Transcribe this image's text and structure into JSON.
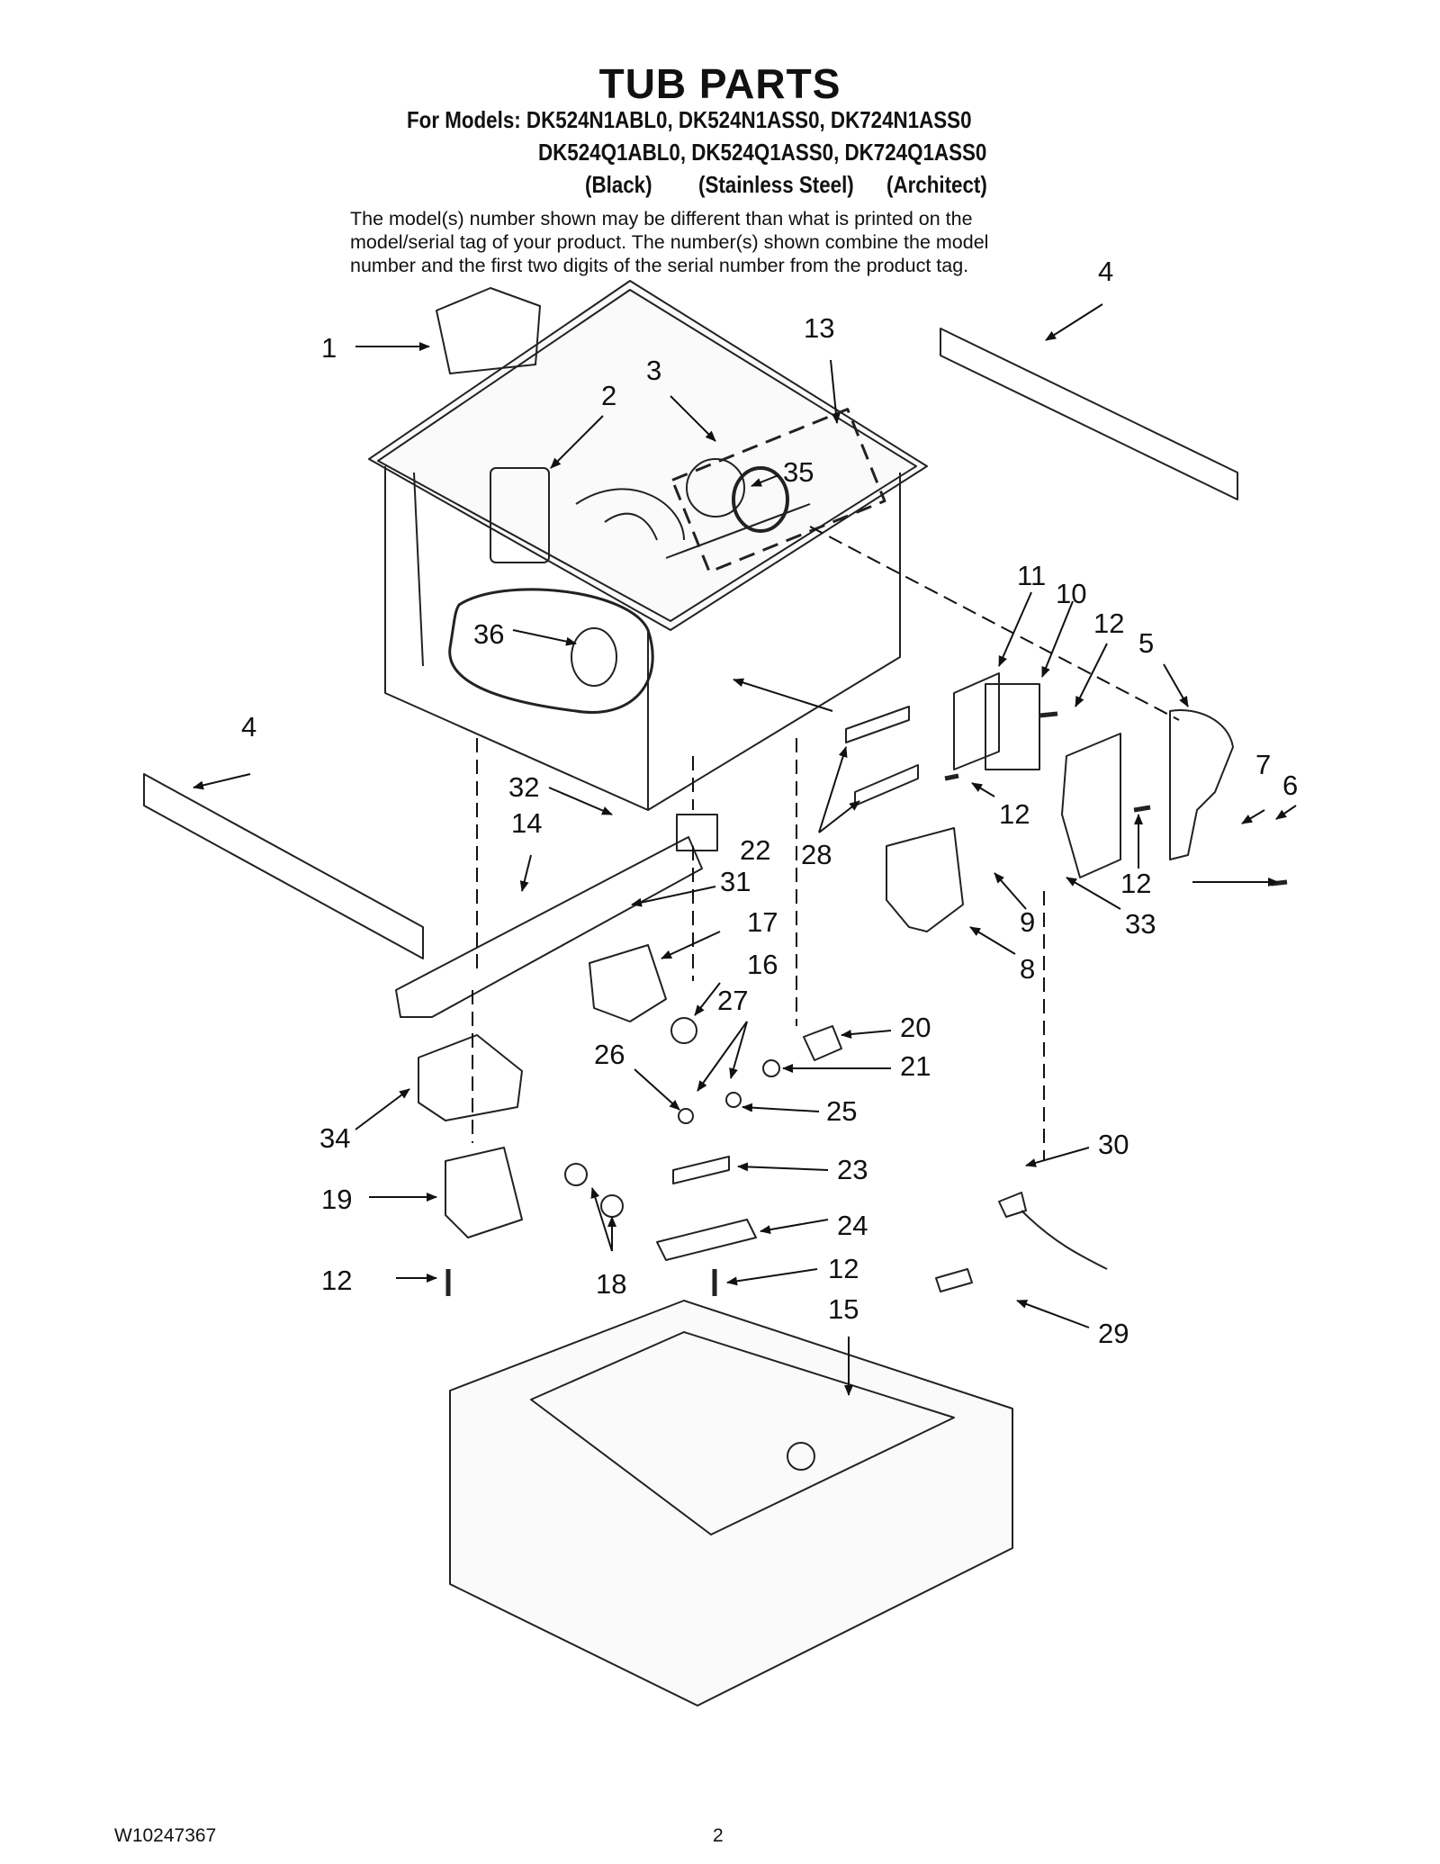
{
  "header": {
    "title": "TUB PARTS",
    "models_line1": "For Models: DK524N1ABL0, DK524N1ASS0, DK724N1ASS0",
    "models_line2": "DK524Q1ABL0, DK524Q1ASS0, DK724Q1ASS0",
    "finish_black": "(Black)",
    "finish_stainless": "(Stainless Steel)",
    "finish_architect": "(Architect)"
  },
  "note": {
    "line1": "The model(s) number shown may be different than what is printed on the",
    "line2": "model/serial tag of your product. The number(s) shown combine the model",
    "line3": "number and the first two digits of the serial number from the product tag."
  },
  "callouts": [
    {
      "id": "c1",
      "label": "1"
    },
    {
      "id": "c2",
      "label": "2"
    },
    {
      "id": "c3",
      "label": "3"
    },
    {
      "id": "c4a",
      "label": "4"
    },
    {
      "id": "c4b",
      "label": "4"
    },
    {
      "id": "c5",
      "label": "5"
    },
    {
      "id": "c6",
      "label": "6"
    },
    {
      "id": "c7",
      "label": "7"
    },
    {
      "id": "c8",
      "label": "8"
    },
    {
      "id": "c9",
      "label": "9"
    },
    {
      "id": "c10",
      "label": "10"
    },
    {
      "id": "c11",
      "label": "11"
    },
    {
      "id": "c12a",
      "label": "12"
    },
    {
      "id": "c12b",
      "label": "12"
    },
    {
      "id": "c12c",
      "label": "12"
    },
    {
      "id": "c12d",
      "label": "12"
    },
    {
      "id": "c12e",
      "label": "12"
    },
    {
      "id": "c13",
      "label": "13"
    },
    {
      "id": "c14",
      "label": "14"
    },
    {
      "id": "c15",
      "label": "15"
    },
    {
      "id": "c16",
      "label": "16"
    },
    {
      "id": "c17",
      "label": "17"
    },
    {
      "id": "c18",
      "label": "18"
    },
    {
      "id": "c19",
      "label": "19"
    },
    {
      "id": "c20",
      "label": "20"
    },
    {
      "id": "c21",
      "label": "21"
    },
    {
      "id": "c22",
      "label": "22"
    },
    {
      "id": "c23",
      "label": "23"
    },
    {
      "id": "c24",
      "label": "24"
    },
    {
      "id": "c25",
      "label": "25"
    },
    {
      "id": "c26",
      "label": "26"
    },
    {
      "id": "c27",
      "label": "27"
    },
    {
      "id": "c28",
      "label": "28"
    },
    {
      "id": "c29",
      "label": "29"
    },
    {
      "id": "c30",
      "label": "30"
    },
    {
      "id": "c31",
      "label": "31"
    },
    {
      "id": "c32",
      "label": "32"
    },
    {
      "id": "c33",
      "label": "33"
    },
    {
      "id": "c34",
      "label": "34"
    },
    {
      "id": "c35",
      "label": "35"
    },
    {
      "id": "c36",
      "label": "36"
    }
  ],
  "footer": {
    "part_number": "W10247367",
    "page_number": "2"
  }
}
